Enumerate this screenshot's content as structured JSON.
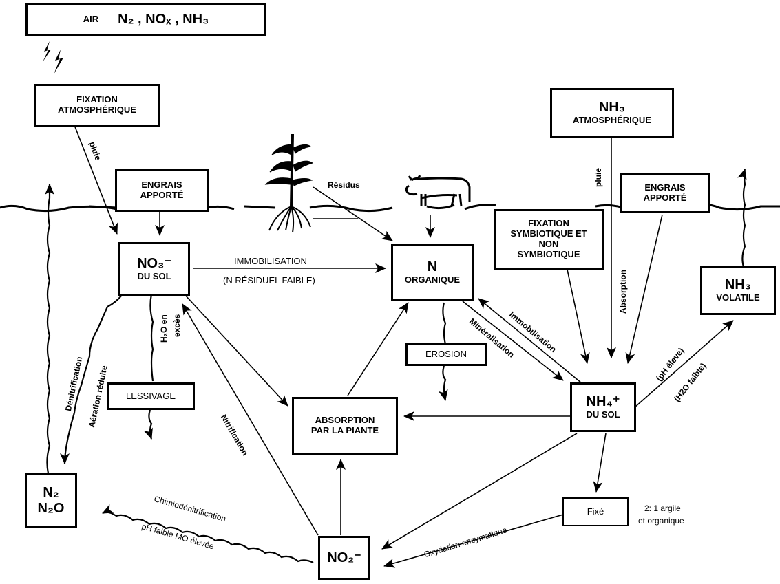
{
  "nodes": {
    "air": {
      "prefix": "AIR",
      "formula": "N₂ ,   NOₓ ,  NH₃"
    },
    "fixation_atmo": {
      "line1": "FIXATION",
      "line2": "ATMOSPHÉRIQUE"
    },
    "engrais_left": {
      "line1": "ENGRAIS",
      "line2": "APPORTÉ"
    },
    "no3": {
      "formula": "NO₃⁻",
      "sub": "DU SOL"
    },
    "n_org": {
      "formula": "N",
      "sub": "ORGANIQUE"
    },
    "nh3_atmo": {
      "formula": "NH₃",
      "sub": "ATMOSPHÉRIQUE"
    },
    "engrais_right": {
      "line1": "ENGRAIS",
      "line2": "APPORTÉ"
    },
    "fixation_symb": {
      "line1": "FIXATION",
      "line2": "SYMBIOTIQUE ET",
      "line3": "NON",
      "line4": "SYMBIOTIQUE"
    },
    "nh3_vol": {
      "formula": "NH₃",
      "sub": "VOLATILE"
    },
    "erosion": {
      "label": "EROSION"
    },
    "lessivage": {
      "label": "LESSIVAGE"
    },
    "absorption": {
      "line1": "ABSORPTION",
      "line2": "PAR LA PIANTE"
    },
    "nh4": {
      "formula": "NH₄⁺",
      "sub": "DU SOL"
    },
    "n2": {
      "line1": "N₂",
      "line2": "N₂O"
    },
    "no2": {
      "formula": "NO₂⁻"
    },
    "fixe": {
      "label": "Fixé"
    }
  },
  "labels": {
    "pluie_left": "pluie",
    "pluie_right": "pluie",
    "residus": "Résidus",
    "immobilisation_top": "IMMOBILISATION",
    "n_residuel": "(N RÉSIDUEL FAIBLE)",
    "absorption_vert": "Absorption",
    "denitrification": "Dénitrification",
    "aeration": "Aération réduite",
    "h2o_en": "H₂O en",
    "exces": "excès",
    "nitrification": "Nitrification",
    "mineralisation": "Minéralisation",
    "immobilisation_diag": "Immobilisation",
    "ph_eleve": "(pH élevé)",
    "h2o_faible": "(H2O faible)",
    "chimio": "Chimiodénitrification",
    "ph_faible": "pH faible MO élevée",
    "oxydation": "Oxydation enzymatique",
    "argile_1": "2: 1 argile",
    "argile_2": "et organique"
  },
  "icons": [
    "lightning-icon",
    "corn-plant-icon",
    "cow-icon"
  ]
}
